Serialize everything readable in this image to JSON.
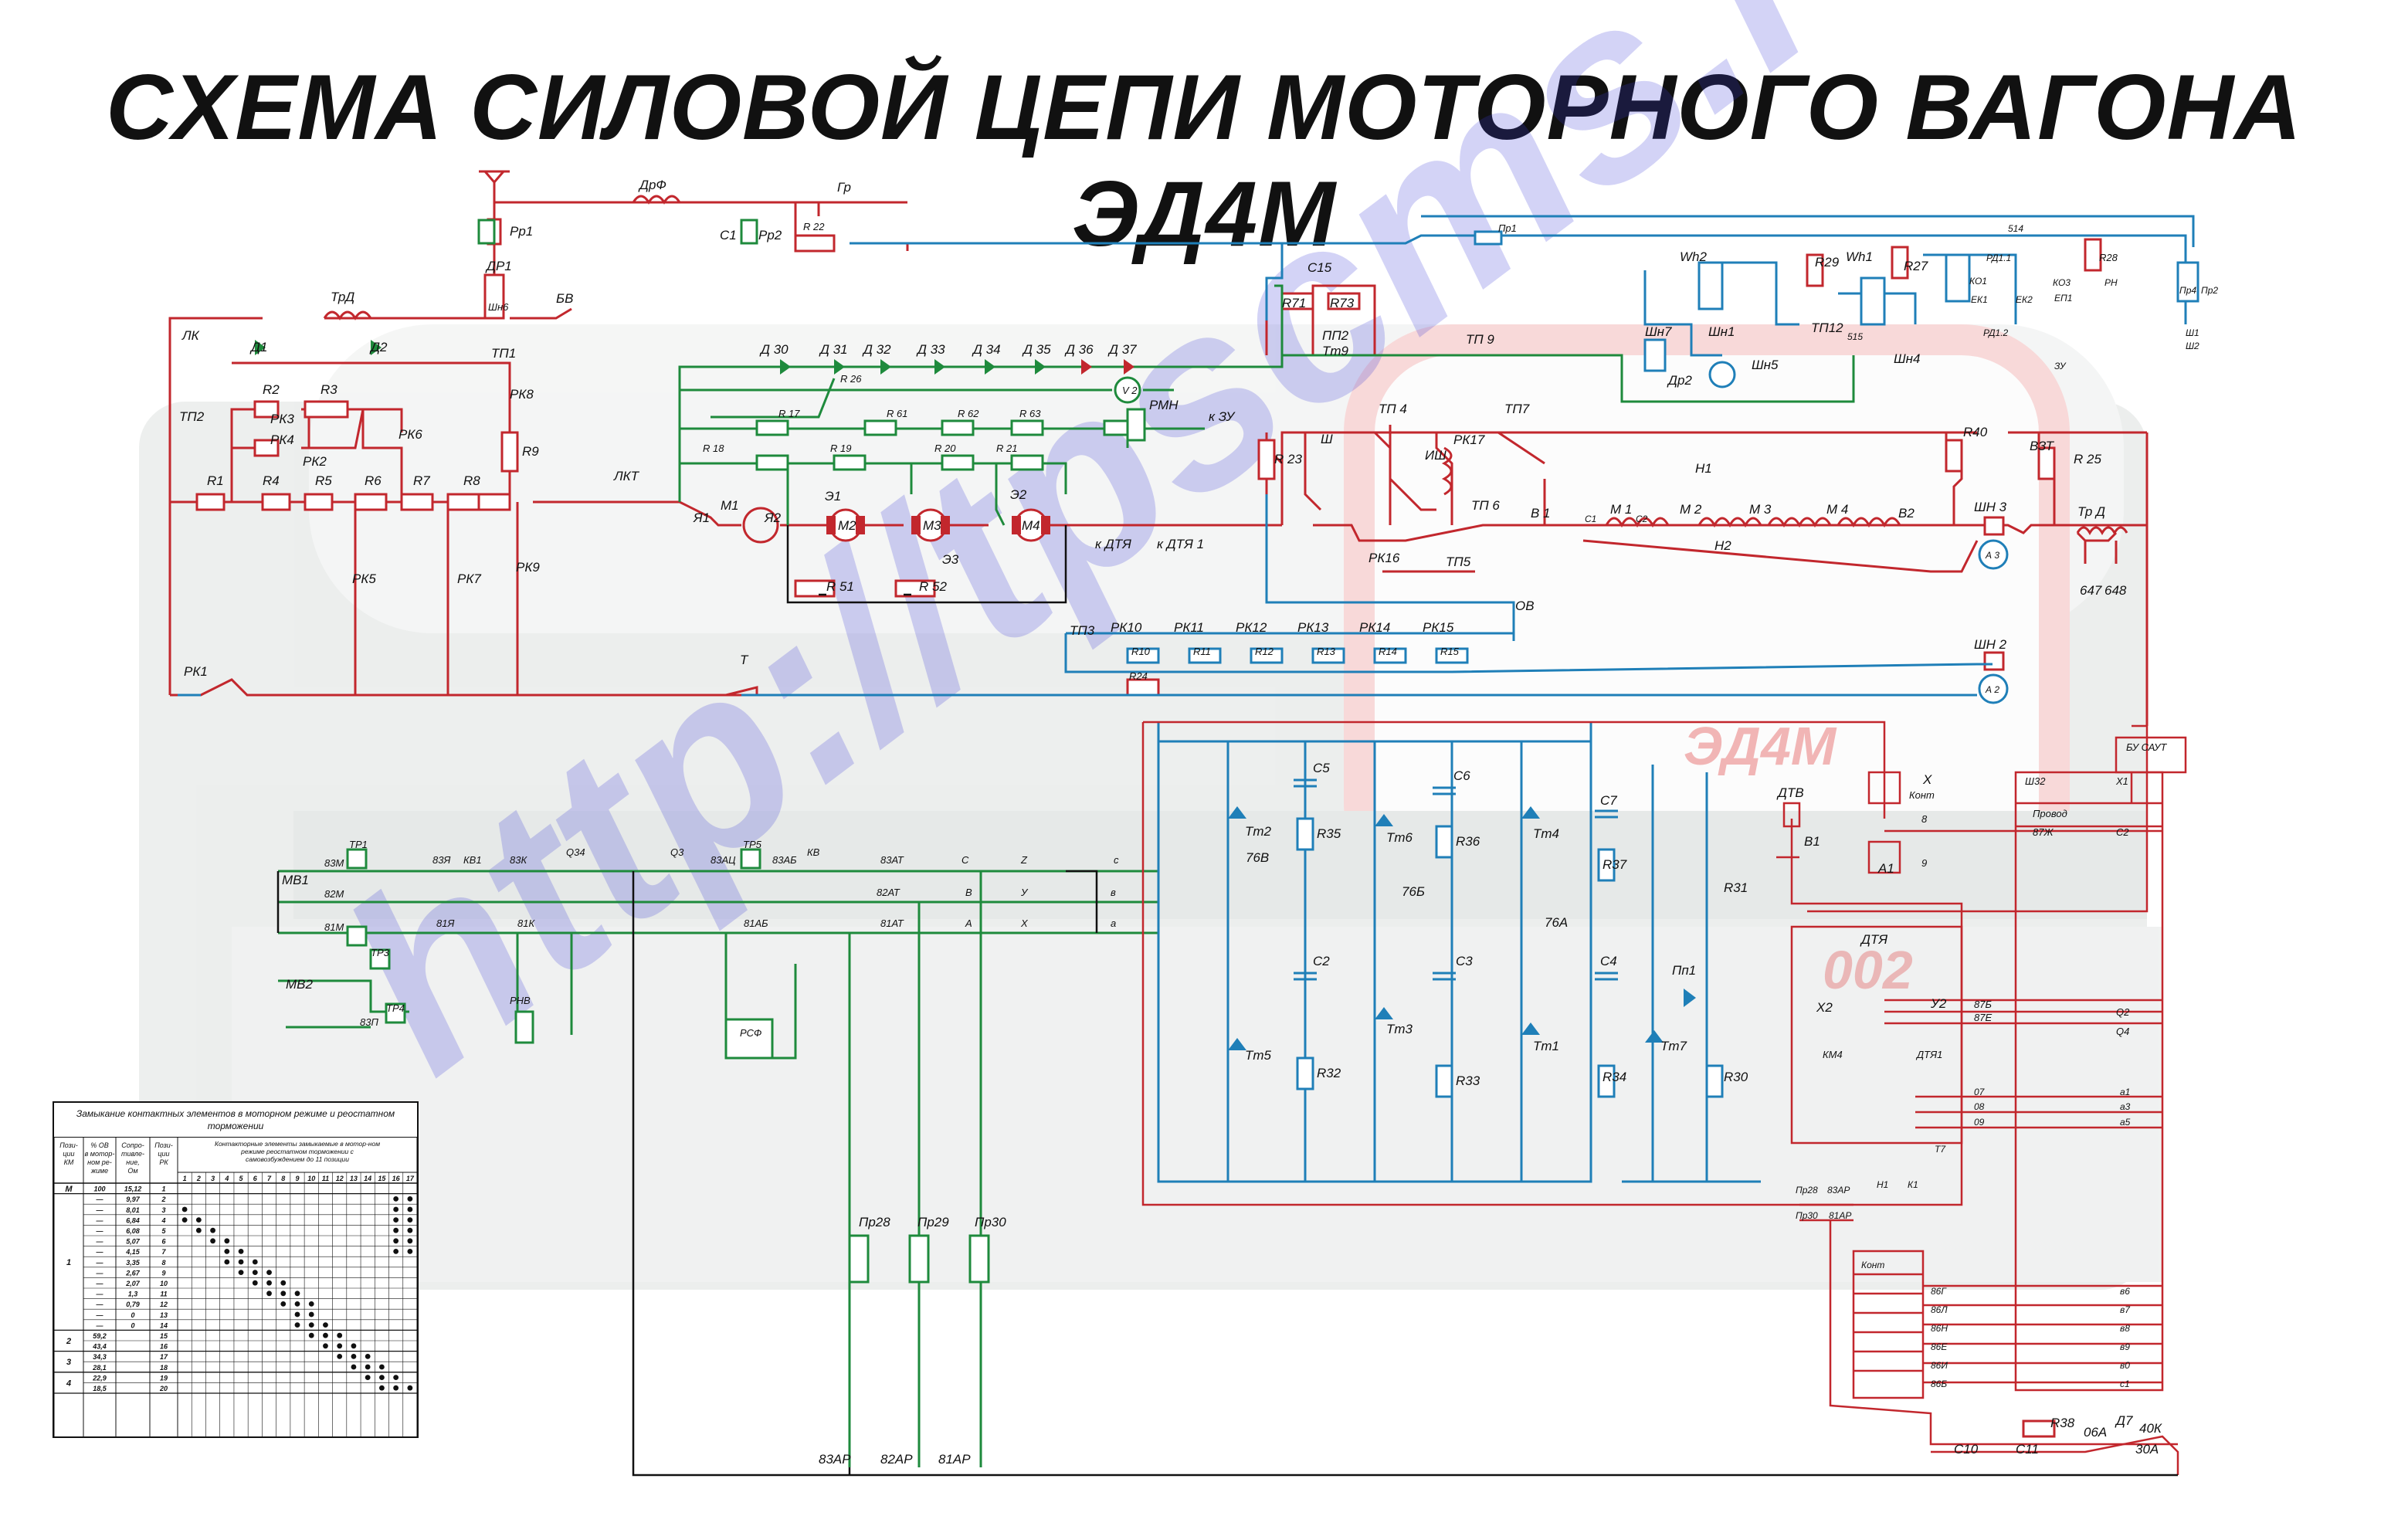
{
  "title": "СХЕМА СИЛОВОЙ ЦЕПИ МОТОРНОГО ВАГОНА ЭД4М",
  "watermark": {
    "url": "http://tpscms.ru",
    "train_labels": [
      "ЭД4М",
      "002"
    ]
  },
  "colors": {
    "red": "#c2272d",
    "green": "#1e8a3c",
    "blue": "#1f7fb8",
    "black": "#111111",
    "watermark": "#3a3ad8"
  },
  "labels": {
    "top": [
      "Рр1",
      "ДР1",
      "Шн6",
      "ДрФ",
      "С1",
      "Рр2",
      "Гр",
      "R 22",
      "ТрД",
      "БВ",
      "Пр1",
      "514"
    ],
    "line_contactors": [
      "ЛК",
      "Д1",
      "Д2",
      "ТП1",
      "ТП2",
      "РК1",
      "R1",
      "R2",
      "R3",
      "R4",
      "R5",
      "R6",
      "R7",
      "R8",
      "R9",
      "РК2",
      "РК3",
      "РК4",
      "РК5",
      "РК6",
      "РК7",
      "РК8",
      "РК9",
      "ЛКТ"
    ],
    "diodes": [
      "Д 30",
      "Д 31",
      "Д 32",
      "Д 33",
      "Д 34",
      "Д 35",
      "Д 36",
      "Д 37"
    ],
    "resistors_mid": [
      "R 26",
      "R 17",
      "R 61",
      "R 62",
      "R 63",
      "R 18",
      "R 19",
      "R 20",
      "R 21",
      "R 23",
      "R 51",
      "R 52",
      "V 2",
      "РМН",
      "к ЗУ"
    ],
    "brake": [
      "С15",
      "R71",
      "R73",
      "ПП2",
      "Тт9",
      "ТП 9",
      "ТП 4",
      "ТП7",
      "РК17",
      "ИШ",
      "Ш",
      "ТП 6",
      "РК16",
      "ТП5",
      "R40",
      "ВЗТ",
      "R 25",
      "ОВ"
    ],
    "motors": [
      "М1",
      "М2",
      "М3",
      "М4",
      "Я1",
      "Я2",
      "Э1",
      "Э2",
      "Э3",
      "к ДТЯ",
      "к ДТЯ 1"
    ],
    "field": [
      "В 1",
      "В2",
      "Н1",
      "Н2",
      "М 1",
      "М 2",
      "М 3",
      "М 4",
      "С1",
      "С2",
      "ШН 3",
      "ШН 2",
      "А 3",
      "А 2",
      "Тр Д",
      "647",
      "648"
    ],
    "rheostat": [
      "ТП3",
      "РК10",
      "РК11",
      "РК12",
      "РК13",
      "РК14",
      "РК15",
      "R10",
      "R11",
      "R12",
      "R13",
      "R14",
      "R15",
      "R24",
      "Т"
    ],
    "top_right": [
      "Wh2",
      "Wh1",
      "R29",
      "R27",
      "R28",
      "ТП12",
      "Шн7",
      "Шн1",
      "Шн5",
      "Шн4",
      "Др2",
      "РД1.1",
      "РД1.2",
      "КО1",
      "КО3",
      "ЕК1",
      "ЕК2",
      "ЕП1",
      "РН",
      "Пр4",
      "Пр2",
      "Ш1",
      "Ш2",
      "ЗУ",
      "515"
    ],
    "aux_left": [
      "МВ1",
      "МВ2",
      "ТР1",
      "ТР3",
      "ТР4",
      "ТР5",
      "83М",
      "82М",
      "81М",
      "83П",
      "83Я",
      "81Я",
      "КВ1",
      "83К",
      "81К",
      "Q34",
      "Q3",
      "83АЦ",
      "83АБ",
      "81АБ",
      "КВ",
      "83АТ",
      "82АТ",
      "81АТ",
      "РНВ",
      "РСФ",
      "Z",
      "У",
      "Х",
      "С",
      "В",
      "А",
      "в",
      "а",
      "с"
    ],
    "fuses": [
      "Пр28",
      "Пр29",
      "Пр30",
      "83АР",
      "82АР",
      "81АР"
    ],
    "thyristors": [
      "С5",
      "С6",
      "С7",
      "С2",
      "С3",
      "С4",
      "R35",
      "R36",
      "R37",
      "R32",
      "R33",
      "R34",
      "R31",
      "R30",
      "Тт2",
      "Тт6",
      "Тт4",
      "Тт5",
      "Тт3",
      "Тт1",
      "Тт7",
      "Пп1",
      "76В",
      "76Б",
      "76А"
    ],
    "control": [
      "ДТВ",
      "ДТЯ",
      "В1",
      "А1",
      "Х",
      "Конт",
      "8",
      "9",
      "Х2",
      "У2",
      "КМ4",
      "ДТЯ1",
      "Ш32",
      "Провод",
      "Х1",
      "БУ САУТ",
      "87Ж",
      "С2",
      "87Б",
      "87Е",
      "Q2",
      "Q4",
      "07",
      "08",
      "09",
      "а1",
      "а3",
      "а5",
      "Т7",
      "Н1",
      "К1",
      "Пр28",
      "83АР",
      "Пр30",
      "81АР"
    ],
    "bottom_right": [
      "Конт",
      "86Г",
      "86Л",
      "86Н",
      "86Е",
      "86И",
      "86Б",
      "в6",
      "в7",
      "в8",
      "в9",
      "в0",
      "с1",
      "С10",
      "С11",
      "R38",
      "06А",
      "Д7",
      "40К",
      "30А"
    ]
  },
  "table": {
    "caption": "Замыкание контактных элементов в моторном режиме и реостатном торможении",
    "headers": [
      "Пози-ции КМ",
      "% ОВ в мотор-ном ре-жиме",
      "Сопро-тивле-ние, Ом",
      "Пози-ции РК"
    ],
    "contacts_caption": "Контакторные элементы замыкаемые в мотор-ном режиме реостатном торможении с самовозбуждением до 11 позиции",
    "contact_numbers": [
      "1",
      "2",
      "3",
      "4",
      "5",
      "6",
      "7",
      "8",
      "9",
      "10",
      "11",
      "12",
      "13",
      "14",
      "15",
      "16",
      "17"
    ],
    "groups": [
      {
        "km": "М",
        "rows": [
          [
            "100",
            "15,12",
            "1"
          ]
        ]
      },
      {
        "km": "1",
        "rows": [
          [
            "—",
            "9,97",
            "2"
          ],
          [
            "—",
            "8,01",
            "3"
          ],
          [
            "—",
            "6,84",
            "4"
          ],
          [
            "—",
            "6,08",
            "5"
          ],
          [
            "—",
            "5,07",
            "6"
          ],
          [
            "—",
            "4,15",
            "7"
          ],
          [
            "—",
            "3,35",
            "8"
          ],
          [
            "—",
            "2,67",
            "9"
          ],
          [
            "—",
            "2,07",
            "10"
          ],
          [
            "—",
            "1,3",
            "11"
          ],
          [
            "—",
            "0,79",
            "12"
          ],
          [
            "—",
            "0",
            "13"
          ],
          [
            "—",
            "0",
            "14"
          ]
        ]
      },
      {
        "km": "2",
        "rows": [
          [
            "59,2",
            "",
            "15"
          ],
          [
            "43,4",
            "",
            "16"
          ]
        ]
      },
      {
        "km": "3",
        "rows": [
          [
            "34,3",
            "",
            "17"
          ],
          [
            "28,1",
            "",
            "18"
          ]
        ]
      },
      {
        "km": "4",
        "rows": [
          [
            "22,9",
            "",
            "19"
          ],
          [
            "18,5",
            "",
            "20"
          ]
        ]
      }
    ]
  }
}
